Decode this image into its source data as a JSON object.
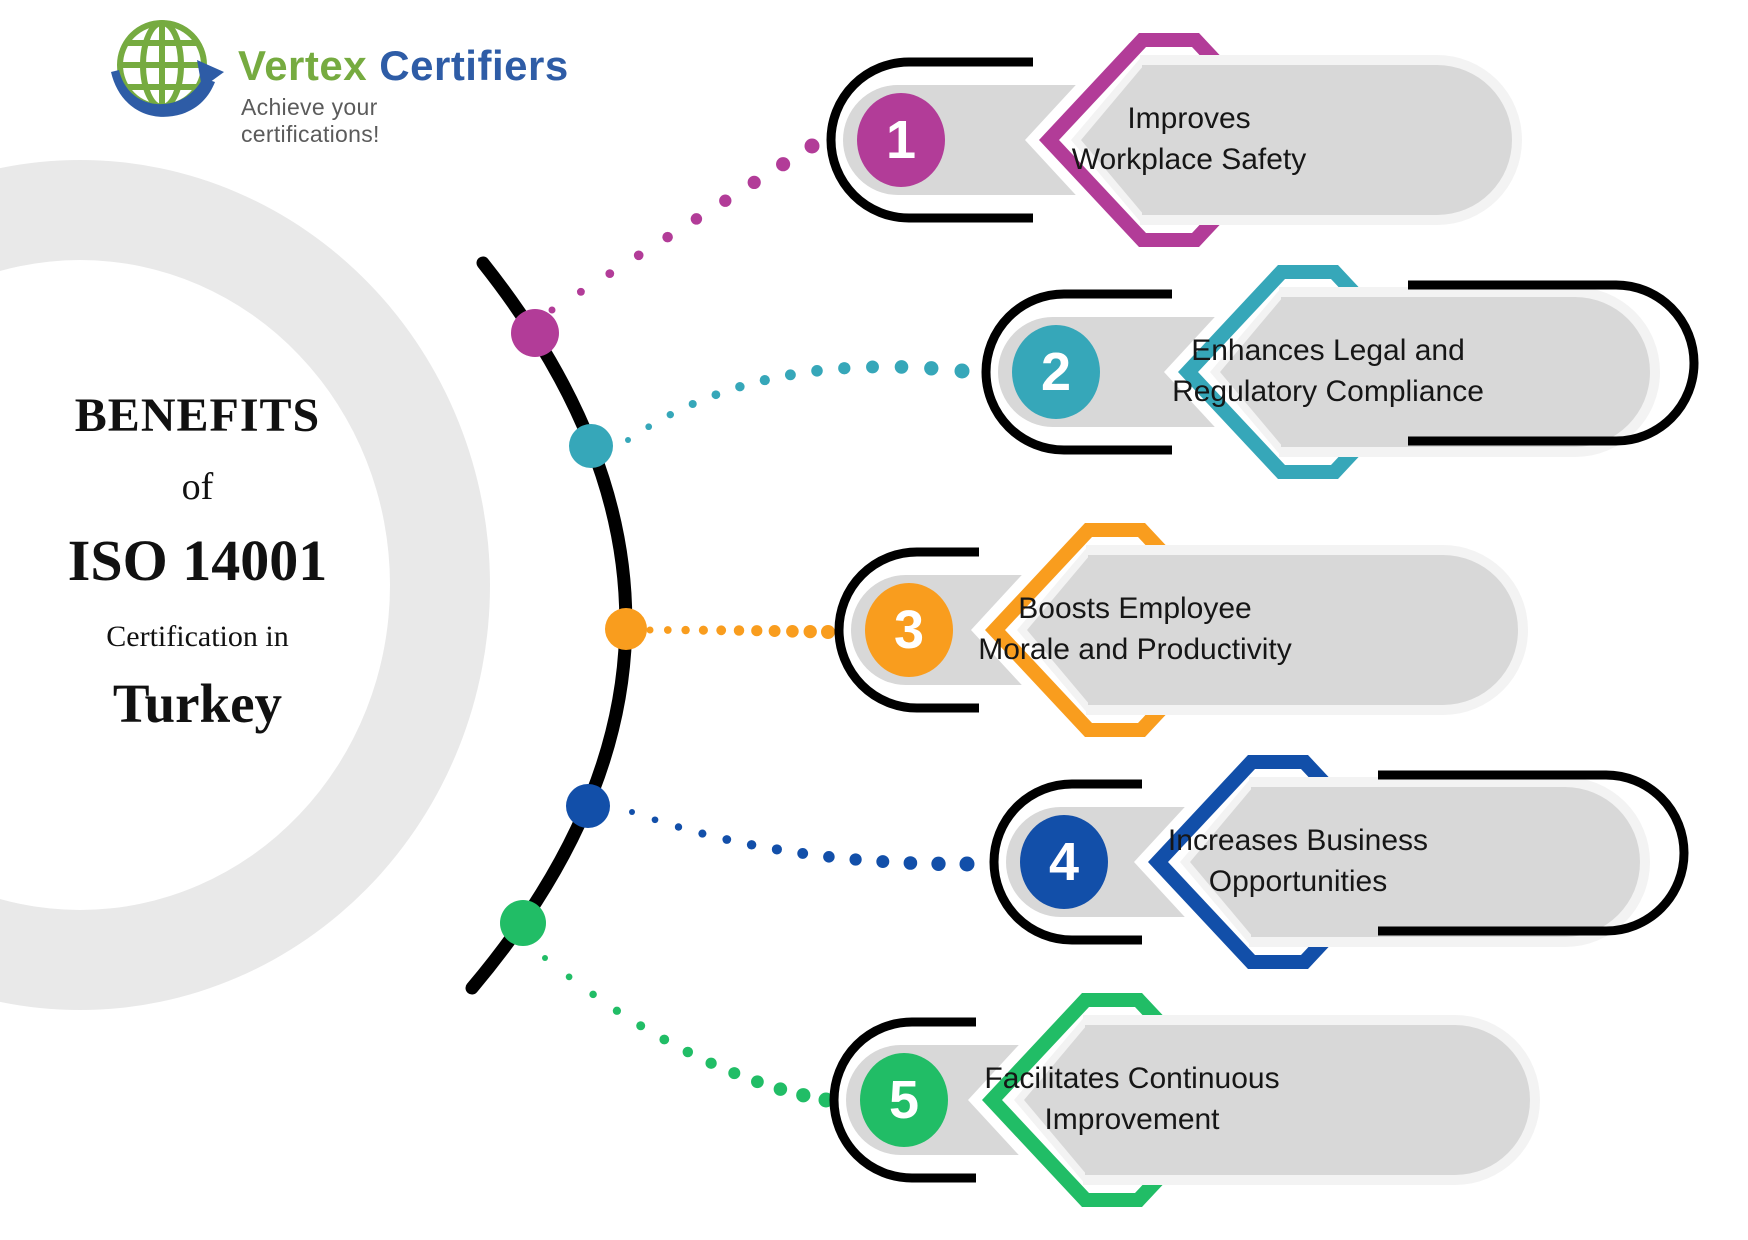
{
  "logo": {
    "brand_primary": "Vertex",
    "brand_secondary": "Certifiers",
    "tagline": "Achieve your certifications!",
    "primary_color": "#76ab40",
    "secondary_color": "#2e5ca6"
  },
  "title": {
    "line1": "BENEFITS",
    "line2": "of",
    "line3": "ISO 14001",
    "line4": "Certification in",
    "line5": "Turkey"
  },
  "items": [
    {
      "number": "1",
      "label_line1": "Improves",
      "label_line2": "Workplace Safety",
      "color": "#b23c98"
    },
    {
      "number": "2",
      "label_line1": "Enhances Legal and",
      "label_line2": "Regulatory Compliance",
      "color": "#36a7b9"
    },
    {
      "number": "3",
      "label_line1": "Boosts Employee",
      "label_line2": "Morale and Productivity",
      "color": "#f99d1e"
    },
    {
      "number": "4",
      "label_line1": "Increases Business",
      "label_line2": "Opportunities",
      "color": "#124fa9"
    },
    {
      "number": "5",
      "label_line1": "Facilitates Continuous",
      "label_line2": "Improvement",
      "color": "#21bd66"
    }
  ],
  "colors": {
    "band_gray": "#d8d8d8",
    "halo_gray": "#f3f3f3",
    "outline_black": "#000000",
    "ring_gray": "#e9e9e9",
    "text_dark": "#161616"
  }
}
